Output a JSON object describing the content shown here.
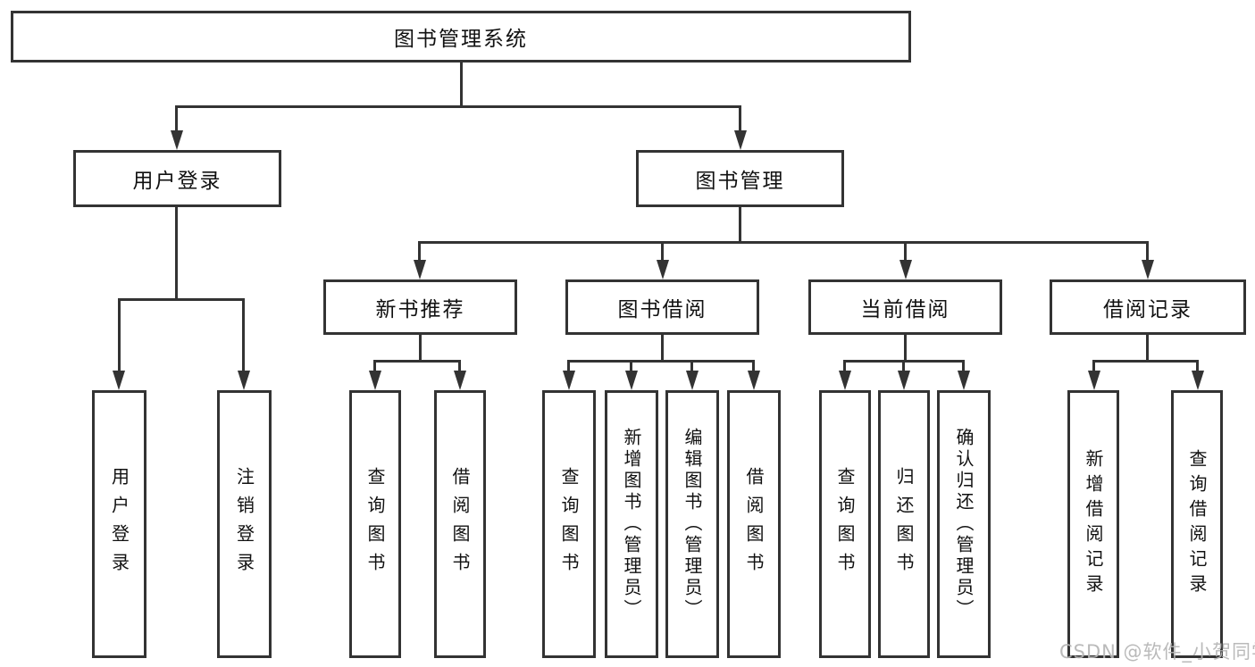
{
  "diagram": {
    "title": "图书管理系统",
    "root": {
      "label": "图书管理系统"
    },
    "level2": [
      {
        "label": "用户登录"
      },
      {
        "label": "图书管理"
      }
    ],
    "level3": [
      {
        "label": "新书推荐"
      },
      {
        "label": "图书借阅"
      },
      {
        "label": "当前借阅"
      },
      {
        "label": "借阅记录"
      }
    ],
    "leaves": {
      "user_login": [
        "用户登录",
        "注销登录"
      ],
      "new_book": [
        "查询图书",
        "借阅图书"
      ],
      "borrow": [
        "查询图书",
        "新增图书（管理员）",
        "编辑图书（管理员）",
        "借阅图书"
      ],
      "current": [
        "查询图书",
        "归还图书",
        "确认归还（管理员）"
      ],
      "records": [
        "新增借阅记录",
        "查询借阅记录"
      ]
    }
  },
  "watermark": "CSDN @软件_小贺同学",
  "colors": {
    "line": "#333333",
    "border": "#333333",
    "text": "#111111",
    "watermark": "#b5b5b5",
    "background": "#ffffff"
  }
}
